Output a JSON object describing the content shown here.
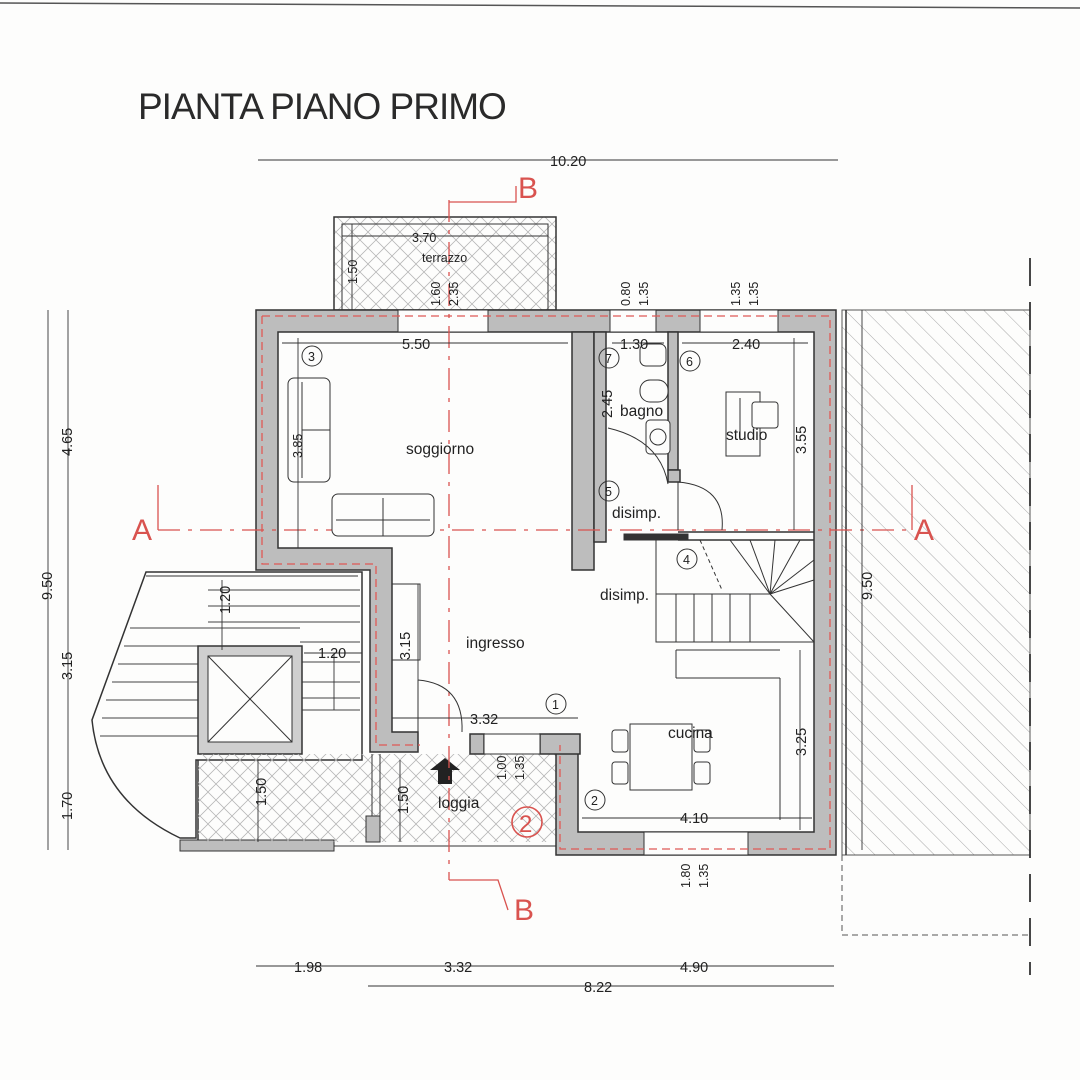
{
  "title": "PIANTA PIANO PRIMO",
  "rooms": {
    "terrazzo": "terrazzo",
    "soggiorno": "soggiorno",
    "bagno": "bagno",
    "studio": "studio",
    "disimp_upper": "disimp.",
    "disimp_lower": "disimp.",
    "ingresso": "ingresso",
    "cucina": "cucina",
    "loggia": "loggia"
  },
  "room_numbers": {
    "ingresso": "1",
    "cucina": "2",
    "soggiorno": "3",
    "disimp_lower": "4",
    "disimp_upper": "5",
    "studio": "6",
    "bagno": "7",
    "loggia": "2"
  },
  "sections": {
    "a_left": "A",
    "a_right": "A",
    "b_top": "B",
    "b_bottom": "B"
  },
  "dimensions": {
    "overall_top": "10.20",
    "terrazzo_width": "3.70",
    "terrazzo_depth": "1.50",
    "window_soggiorno_h": "1.60",
    "window_soggiorno_w": "2.35",
    "window_bagno_h": "0.80",
    "window_bagno_w": "1.35",
    "window_studio_h": "1.35",
    "window_studio_w": "1.35",
    "soggiorno_width": "5.50",
    "bagno_width": "1.30",
    "studio_width": "2.40",
    "bagno_depth": "2.45",
    "studio_depth": "3.55",
    "soggiorno_depth": "3.85",
    "ingresso_depth": "3.15",
    "ingresso_width": "3.32",
    "stair_landing_w": "1.20",
    "stair_landing_d": "1.20",
    "loggia_depth_left": "1.50",
    "loggia_depth_right": "1.50",
    "door_loggia_h": "1.00",
    "door_loggia_w": "1.35",
    "cucina_width": "4.10",
    "cucina_depth": "3.25",
    "window_cucina_h": "1.80",
    "window_cucina_w": "1.35",
    "left_total": "9.50",
    "left_upper": "4.65",
    "left_middle": "3.15",
    "left_lower": "1.70",
    "right_total": "9.50",
    "bottom_a": "1.98",
    "bottom_b": "3.32",
    "bottom_c": "4.90",
    "bottom_total": "8.22"
  },
  "colors": {
    "wall_fill": "#bdbdbd",
    "wall_stroke": "#333333",
    "section_red": "#d9534f",
    "hatch": "#9a9a9a"
  }
}
